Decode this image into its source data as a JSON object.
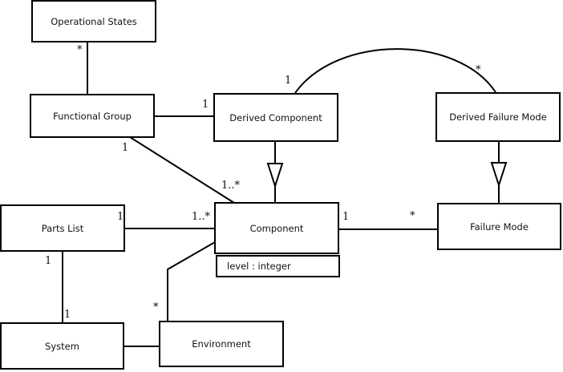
{
  "colors": {
    "background": "#ffffff",
    "line": "#000000",
    "text": "#111111"
  },
  "classes": [
    {
      "name": "Operational States"
    },
    {
      "name": "Functional Group"
    },
    {
      "name": "Derived Component"
    },
    {
      "name": "Derived Failure Mode"
    },
    {
      "name": "Parts List"
    },
    {
      "name": "Component",
      "attributes": [
        "level : integer"
      ]
    },
    {
      "name": "Failure Mode"
    },
    {
      "name": "System"
    },
    {
      "name": "Environment"
    }
  ],
  "multiplicities": {
    "operational_states_end": "*",
    "derived_component_assoc": "1",
    "arc_derived_component_end": "1",
    "arc_derived_failure_mode_end": "*",
    "functional_group_end": "1",
    "component_from_functional_group": "1..*",
    "parts_list_end": "1",
    "component_from_parts_list": "1..*",
    "component_to_failure_mode": "1",
    "failure_mode_end": "*",
    "parts_list_to_system": "1",
    "system_end": "1",
    "environment_end": "*"
  }
}
